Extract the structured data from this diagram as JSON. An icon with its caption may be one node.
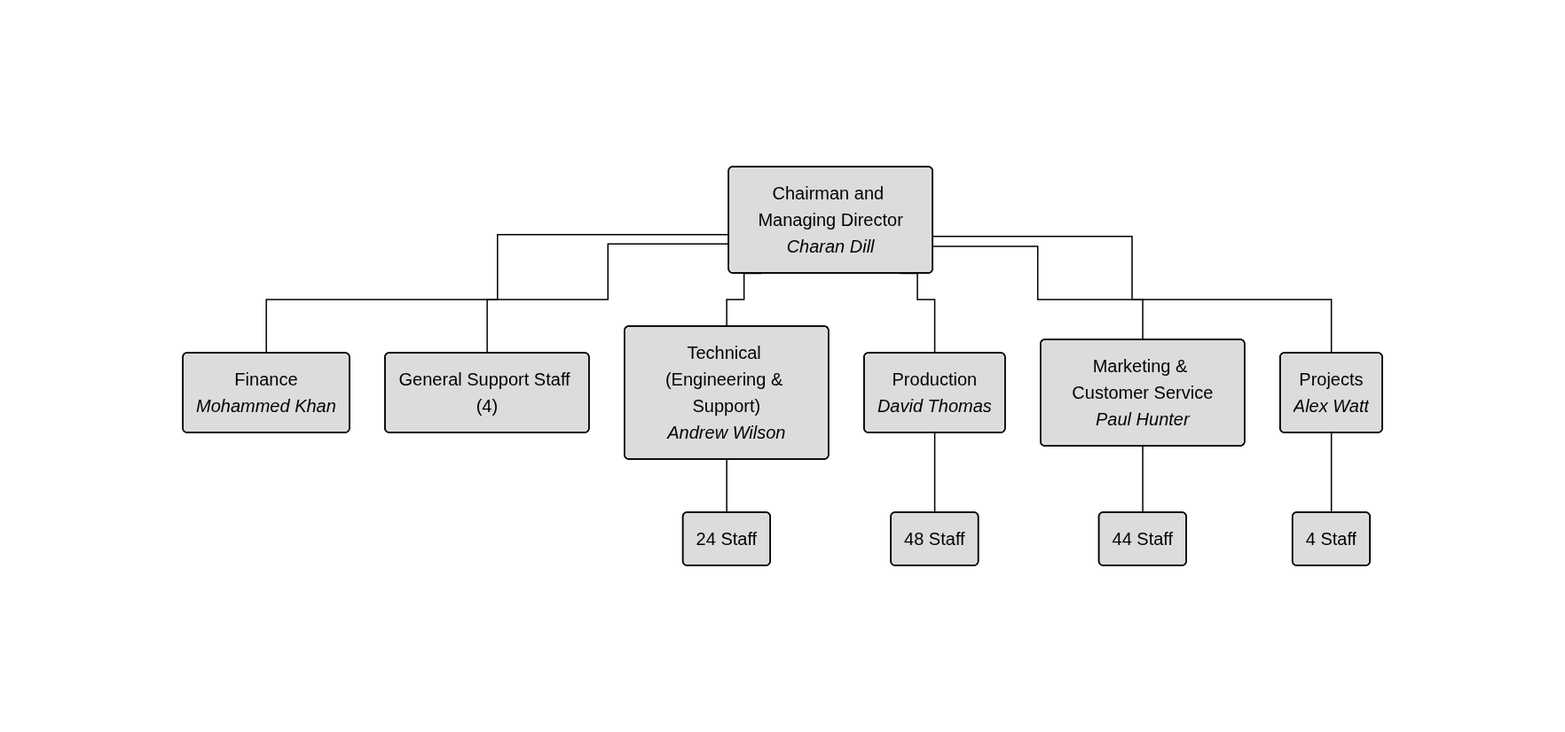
{
  "diagram": {
    "nodes": [
      {
        "text": [
          "Chairman and Managing Director",
          "Charan Dill"
        ]
      },
      {
        "text": [
          "Finance",
          "Mohammed Khan"
        ]
      },
      {
        "text": [
          "General Support Staff (4)"
        ]
      },
      {
        "text": [
          "Technical (Engineering & Support)",
          "Andrew Wilson"
        ]
      },
      {
        "text": [
          "Production",
          "David Thomas"
        ]
      },
      {
        "text": [
          "Marketing & Customer Service",
          "Paul Hunter"
        ]
      },
      {
        "text": [
          "Projects",
          "Alex Watt"
        ]
      },
      {
        "text": [
          "24 Staff"
        ]
      },
      {
        "text": [
          "48 Staff"
        ]
      },
      {
        "text": [
          "44 Staff"
        ]
      },
      {
        "text": [
          "4 Staff"
        ]
      }
    ],
    "edges": [
      {
        "from": 0,
        "to": 1,
        "arrow": "none"
      },
      {
        "from": 0,
        "to": 2,
        "arrow": "none"
      },
      {
        "from": 0,
        "to": 3,
        "arrow": "none"
      },
      {
        "from": 0,
        "to": 4,
        "arrow": "none"
      },
      {
        "from": 0,
        "to": 5,
        "arrow": "none"
      },
      {
        "from": 0,
        "to": 6,
        "arrow": "none"
      },
      {
        "from": 3,
        "to": 7,
        "arrow": "none"
      },
      {
        "from": 4,
        "to": 8,
        "arrow": "none"
      },
      {
        "from": 5,
        "to": 9,
        "arrow": "none"
      },
      {
        "from": 6,
        "to": 10,
        "arrow": "none"
      }
    ]
  }
}
